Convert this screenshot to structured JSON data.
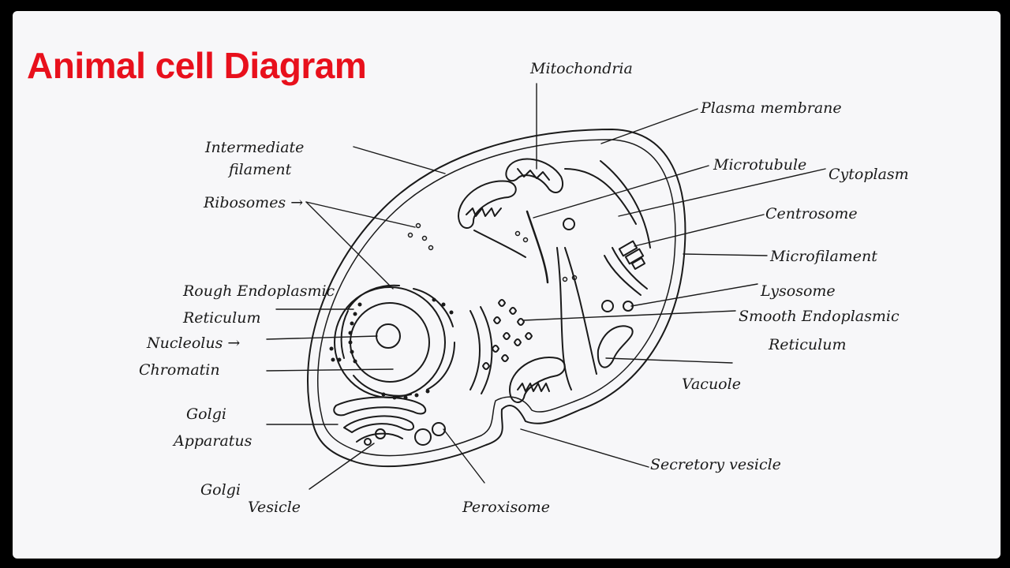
{
  "title": "Animal cell Diagram",
  "labels": {
    "mitochondria": "Mitochondria",
    "plasma_membrane": "Plasma membrane",
    "intermediate_filament_1": "Intermediate",
    "intermediate_filament_2": "filament",
    "microtubule": "Microtubule",
    "cytoplasm": "Cytoplasm",
    "ribosomes": "Ribosomes →",
    "centrosome": "Centrosome",
    "microfilament": "Microfilament",
    "rough_er_1": "Rough Endoplasmic",
    "rough_er_2": "Reticulum",
    "lysosome": "Lysosome",
    "smooth_er_1": "Smooth Endoplasmic",
    "smooth_er_2": "Reticulum",
    "nucleolus": "Nucleolus →",
    "chromatin": "Chromatin",
    "vacuole": "Vacuole",
    "golgi_apparatus_1": "Golgi",
    "golgi_apparatus_2": "Apparatus",
    "secretory_vesicle": "Secretory vesicle",
    "golgi_vesicle_1": "Golgi",
    "golgi_vesicle_2": "Vesicle",
    "peroxisome": "Peroxisome"
  },
  "colors": {
    "title": "#e8101c",
    "ink": "#1a1a1a",
    "paper": "#f7f7f9"
  }
}
